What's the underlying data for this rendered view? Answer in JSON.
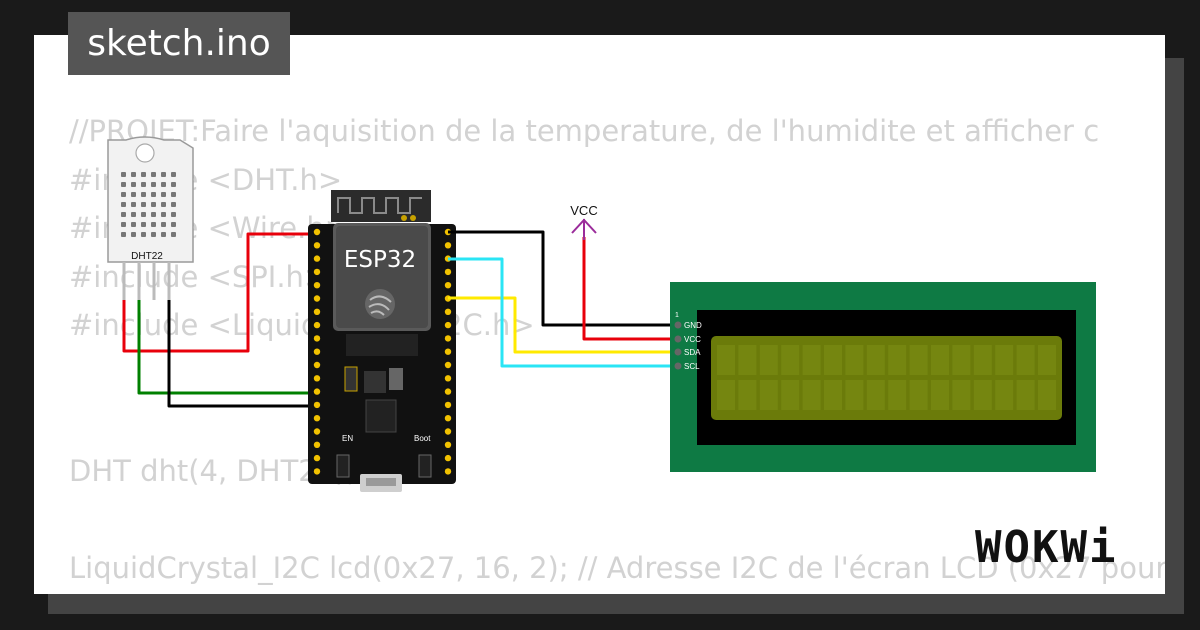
{
  "title": "sketch.ino",
  "code_lines": [
    "//PROJET:Faire l'aquisition de la temperature, de l'humidite et afficher c",
    "#include <DHT.h>",
    "#include <Wire.h>",
    "#include <SPI.h>",
    "#include <LiquidCrystal_I2C.h>",
    "",
    "",
    "DHT dht(4, DHT22);",
    "",
    "LiquidCrystal_I2C lcd(0x27, 16, 2); // Adresse I2C de l'écran LCD (0x27 pour"
  ],
  "components": {
    "sensor": {
      "label": "DHT22",
      "icon": "dht22-sensor-icon"
    },
    "board": {
      "label": "ESP32",
      "en_label": "EN",
      "boot_label": "Boot"
    },
    "lcd": {
      "pin_number": "1",
      "pins": [
        "GND",
        "VCC",
        "SDA",
        "SCL"
      ]
    },
    "vcc": {
      "label": "VCC"
    }
  },
  "wire_colors": {
    "red": "#e8000b",
    "green": "#008000",
    "black": "#000000",
    "cyan": "#2ae5f5",
    "yellow": "#ffea00",
    "purple": "#9b2c9b"
  },
  "brand": "WOKWi"
}
